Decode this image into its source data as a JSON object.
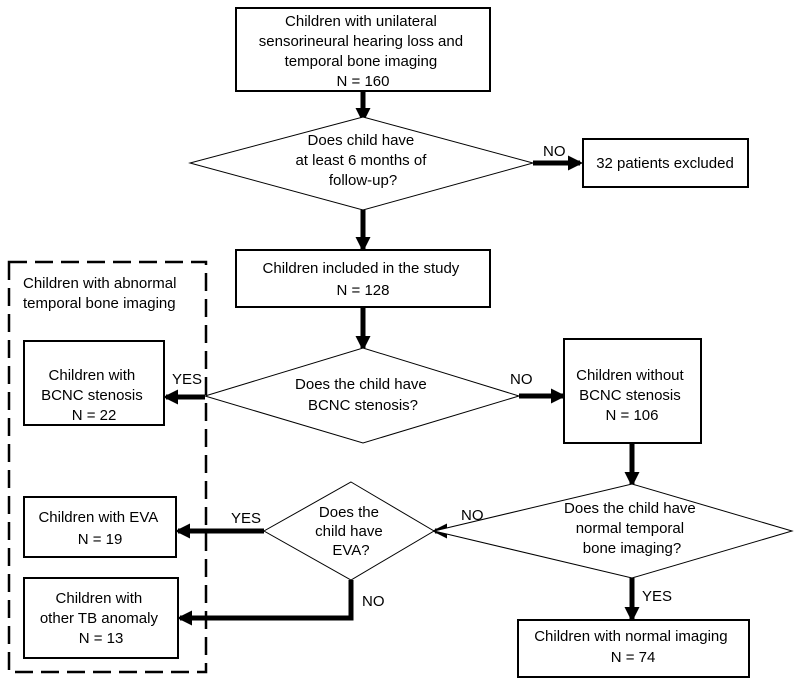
{
  "nodes": {
    "start": [
      "Children with unilateral",
      "sensorineural hearing loss and",
      "temporal bone imaging",
      "N = 160"
    ],
    "q_followup": [
      "Does child have",
      "at least 6 months of",
      "follow-up?"
    ],
    "excluded": [
      "32 patients excluded"
    ],
    "included": [
      "Children included in the study",
      "N = 128"
    ],
    "q_bcnc": [
      "Does the child have",
      "BCNC stenosis?"
    ],
    "with_bcnc": [
      "Children with",
      "BCNC stenosis",
      "N = 22"
    ],
    "without_bcnc": [
      "Children without",
      "BCNC stenosis",
      "N = 106"
    ],
    "q_normal": [
      "Does the child have",
      "normal temporal",
      "bone imaging?"
    ],
    "q_eva": [
      "Does the",
      "child have",
      "EVA?"
    ],
    "with_eva": [
      "Children with EVA",
      "N = 19"
    ],
    "other_tb": [
      "Children with",
      "other TB anomaly",
      "N = 13"
    ],
    "normal": [
      "Children with normal imaging",
      "N = 74"
    ]
  },
  "group": {
    "title": [
      "Children with abnormal",
      "temporal bone imaging"
    ]
  },
  "edge_labels": {
    "followup_no": "NO",
    "bcnc_yes": "YES",
    "bcnc_no": "NO",
    "normal_no": "NO",
    "normal_yes": "YES",
    "eva_yes": "YES",
    "eva_no": "NO"
  }
}
